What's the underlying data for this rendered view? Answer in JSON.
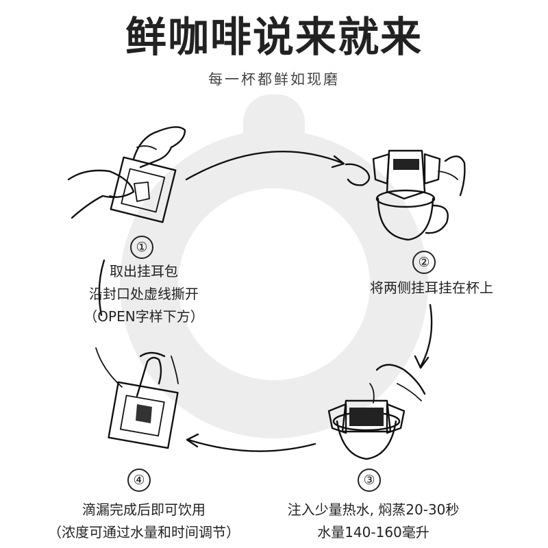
{
  "title": "鲜咖啡说来就来",
  "subtitle": "每一杯都鲜如现磨",
  "steps": [
    {
      "num": "①",
      "lines": [
        "取出挂耳包",
        "沿封口处虚线撕开",
        "（OPEN字样下方）"
      ]
    },
    {
      "num": "②",
      "lines": [
        "将两侧挂耳挂在杯上"
      ]
    },
    {
      "num": "③",
      "lines": [
        "注入少量热水, 焖蒸20-30秒",
        "水量140-160毫升"
      ]
    },
    {
      "num": "④",
      "lines": [
        "滴漏完成后即可饮用",
        "（浓度可通过水量和时间调节）"
      ]
    }
  ]
}
